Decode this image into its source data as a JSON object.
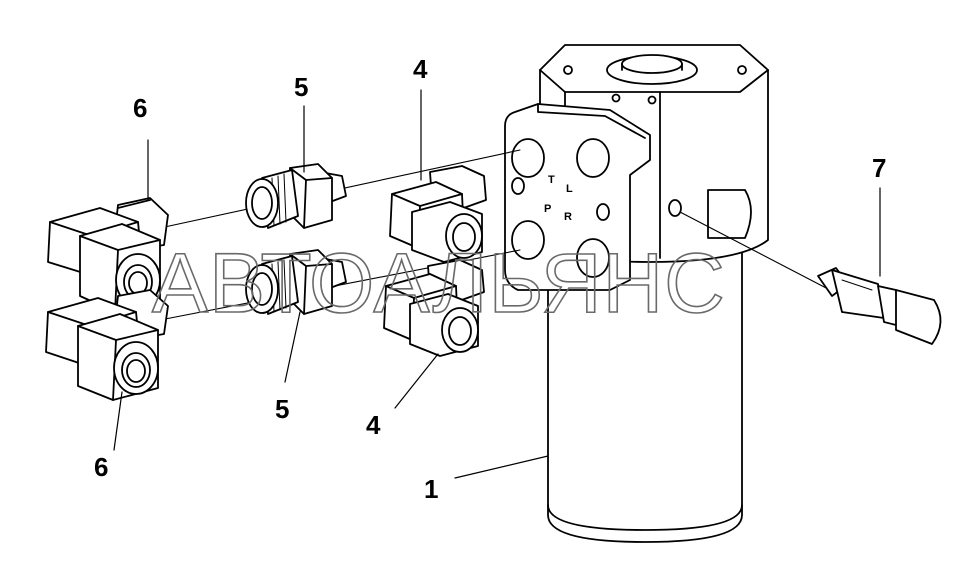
{
  "callouts": {
    "c1": "1",
    "c4a": "4",
    "c4b": "4",
    "c5a": "5",
    "c5b": "5",
    "c6a": "6",
    "c6b": "6",
    "c7": "7"
  },
  "ports": {
    "t": "T",
    "l": "L",
    "p": "P",
    "r": "R"
  },
  "watermark": "АВТОАЛЬЯНС"
}
